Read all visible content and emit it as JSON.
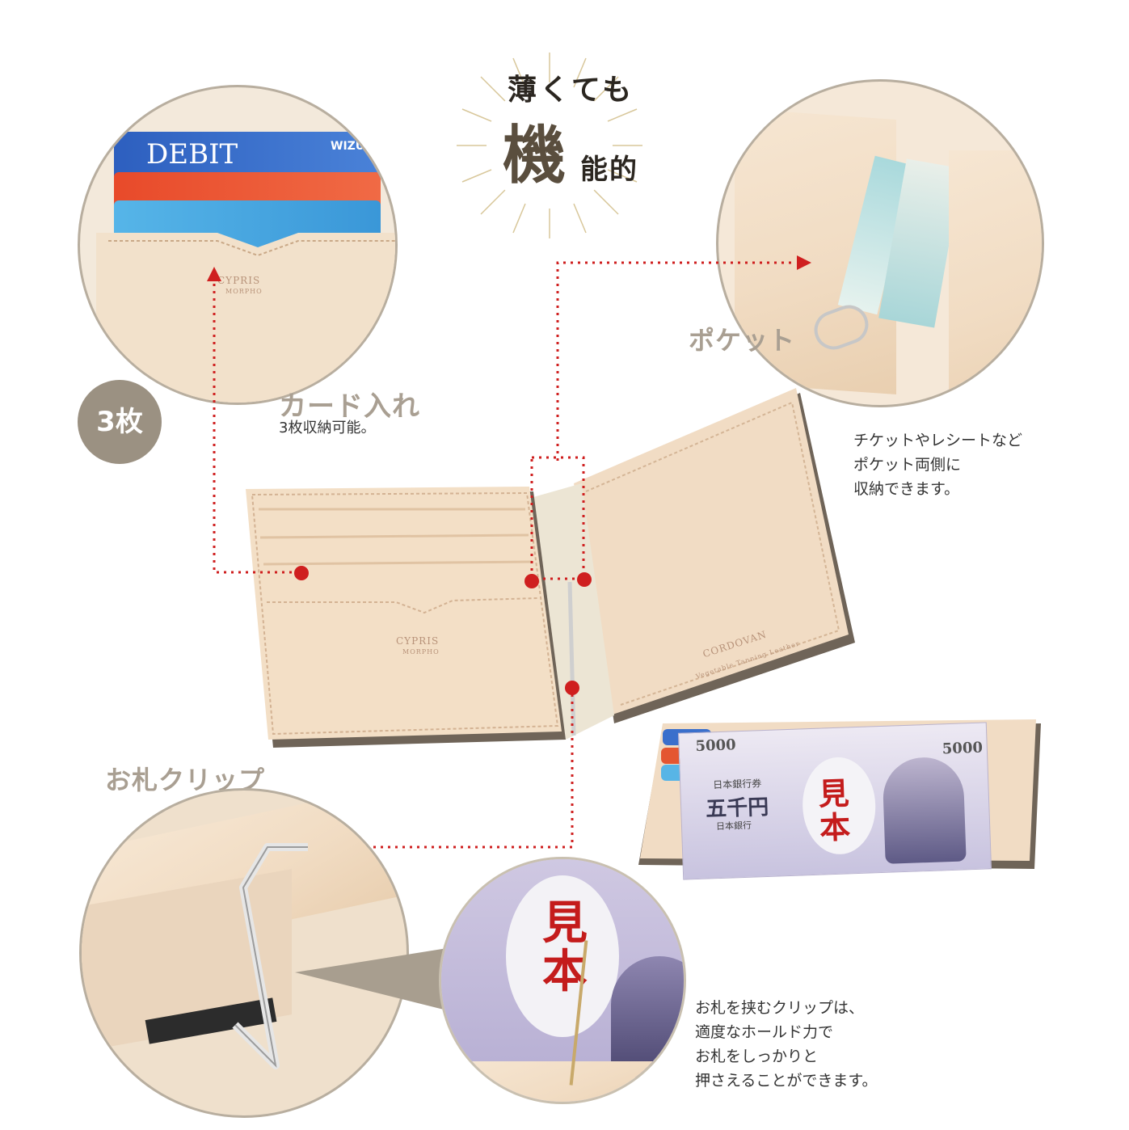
{
  "headline": {
    "line1": "薄くても",
    "big_char": "機",
    "line2_rest": "能的"
  },
  "card_section": {
    "title": "カード入れ",
    "description": "3枚収納可能。",
    "badge": "3枚",
    "card_texts": {
      "debit": "DEBIT",
      "bank": "WIZUHO",
      "brand": "CYPRIS",
      "sub": "MORPHO"
    }
  },
  "pocket_section": {
    "title": "ポケット",
    "description_lines": [
      "チケットやレシートなど",
      "ポケット両側に",
      "収納できます。"
    ]
  },
  "clip_section": {
    "title": "お札クリップ",
    "description_lines": [
      "お札を挟むクリップは、",
      "適度なホールド力で",
      "お札をしっかりと",
      "押さえることができます。"
    ]
  },
  "wallet": {
    "brand_left": "CYPRIS",
    "brand_left_sub": "MORPHO",
    "brand_right": "CORDOVAN",
    "brand_right_sub": "Vegetable Tanning Leather"
  },
  "banknote": {
    "value": "5000",
    "bank_name": "日本銀行券",
    "denomination": "五千円",
    "issuer": "日本銀行",
    "sample": "見本"
  },
  "colors": {
    "accent_red": "#cf1f1f",
    "label_gray": "#a99f92",
    "circle_border": "#b8ae9f",
    "badge_bg": "#9b9182"
  }
}
